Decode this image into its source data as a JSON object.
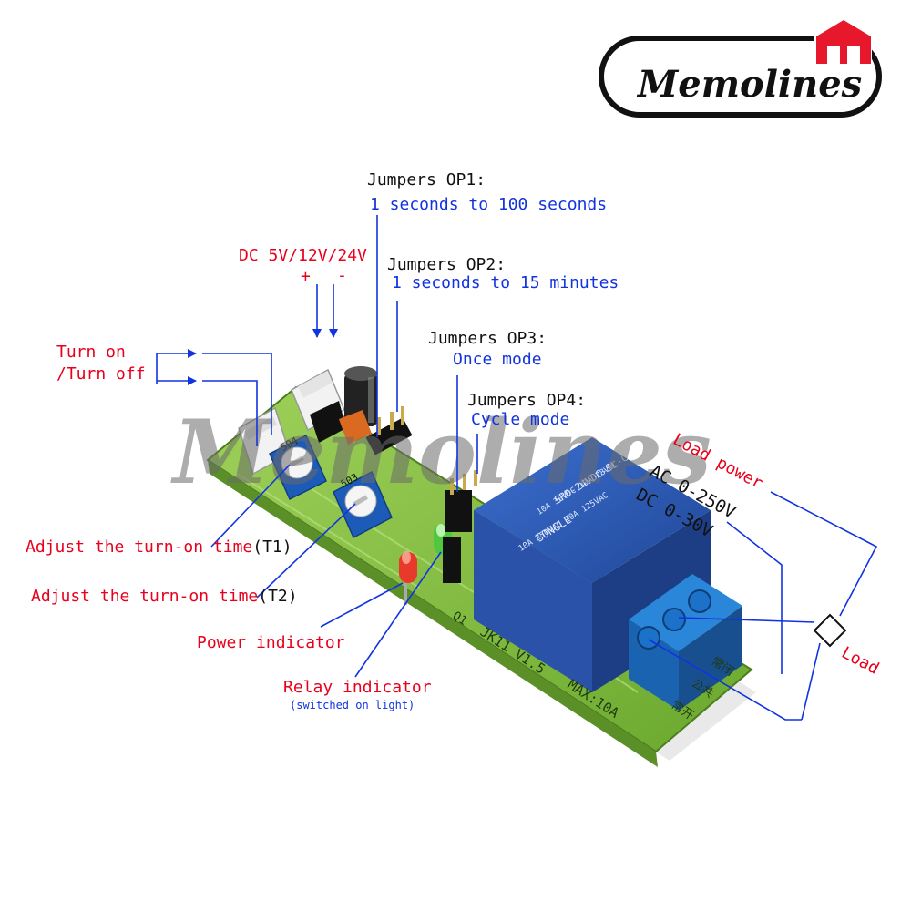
{
  "brand": {
    "name": "Memolines",
    "watermark": "Memolines",
    "colors": {
      "logo_red": "#e8182c",
      "label_red": "#e8001c",
      "label_blue": "#1233e0",
      "pcb_green": "#7dbb3a",
      "relay_blue": "#2f5ab8"
    }
  },
  "labels": {
    "jumper_op1_title": "Jumpers OP1:",
    "jumper_op1_desc": "1 seconds to 100 seconds",
    "jumper_op2_title": "Jumpers OP2:",
    "jumper_op2_desc": "1 seconds to 15 minutes",
    "jumper_op3_title": "Jumpers OP3:",
    "jumper_op3_desc": "Once mode",
    "jumper_op4_title": "Jumpers OP4:",
    "jumper_op4_desc": "Cycle mode",
    "dc_supply": "DC 5V/12V/24V",
    "plus": "+",
    "minus": "-",
    "turn_on": "Turn on",
    "turn_off": "/Turn off",
    "adjust_t1": "Adjust the turn-on time",
    "t1": "(T1)",
    "adjust_t2": "Adjust the turn-on time",
    "t2": "(T2)",
    "power_indicator": "Power indicator",
    "relay_indicator": "Relay indicator",
    "relay_indicator_note": "(switched on light)",
    "load_power": "Load power",
    "ac_range": "AC 0-250V",
    "dc_range": "DC 0-30V",
    "load": "Load"
  },
  "board": {
    "model": "JK11 V1.5",
    "max_current": "MAX:10A",
    "q1": "Q1",
    "pot1_code": "504",
    "pot2_code": "503",
    "relay_brand": "SONGLE",
    "relay_model": "SRD-24VDC-SL-C",
    "relay_rating1": "10A 250VAC 10A 125VAC",
    "relay_rating2": "10A 30VDC 10A 28VDC",
    "terminal_label1": "公共",
    "terminal_label2": "常开",
    "terminal_label3": "常闭"
  }
}
